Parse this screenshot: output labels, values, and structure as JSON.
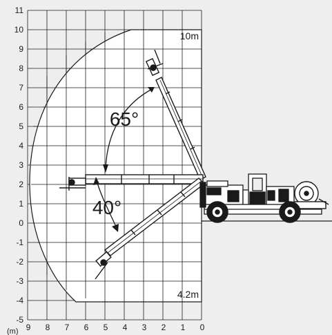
{
  "axes": {
    "unit_label": "(m)",
    "y_ticks": [
      "11",
      "10",
      "9",
      "8",
      "7",
      "6",
      "5",
      "4",
      "3",
      "2",
      "1",
      "0",
      "-1",
      "-2",
      "-3",
      "-4",
      "-5"
    ],
    "x_ticks": [
      "9",
      "8",
      "7",
      "6",
      "5",
      "4",
      "3",
      "2",
      "1",
      "0"
    ]
  },
  "labels": {
    "top_reach": "10m",
    "bottom_reach": "4.2m",
    "upper_angle": "65°",
    "lower_angle": "40°"
  },
  "colors": {
    "line": "#1a1a1a",
    "background": "#eeeeee"
  },
  "icons": [
    "drilling-rig-vehicle-icon",
    "boom-arm-icon",
    "drill-head-icon",
    "cable-reel-icon"
  ]
}
